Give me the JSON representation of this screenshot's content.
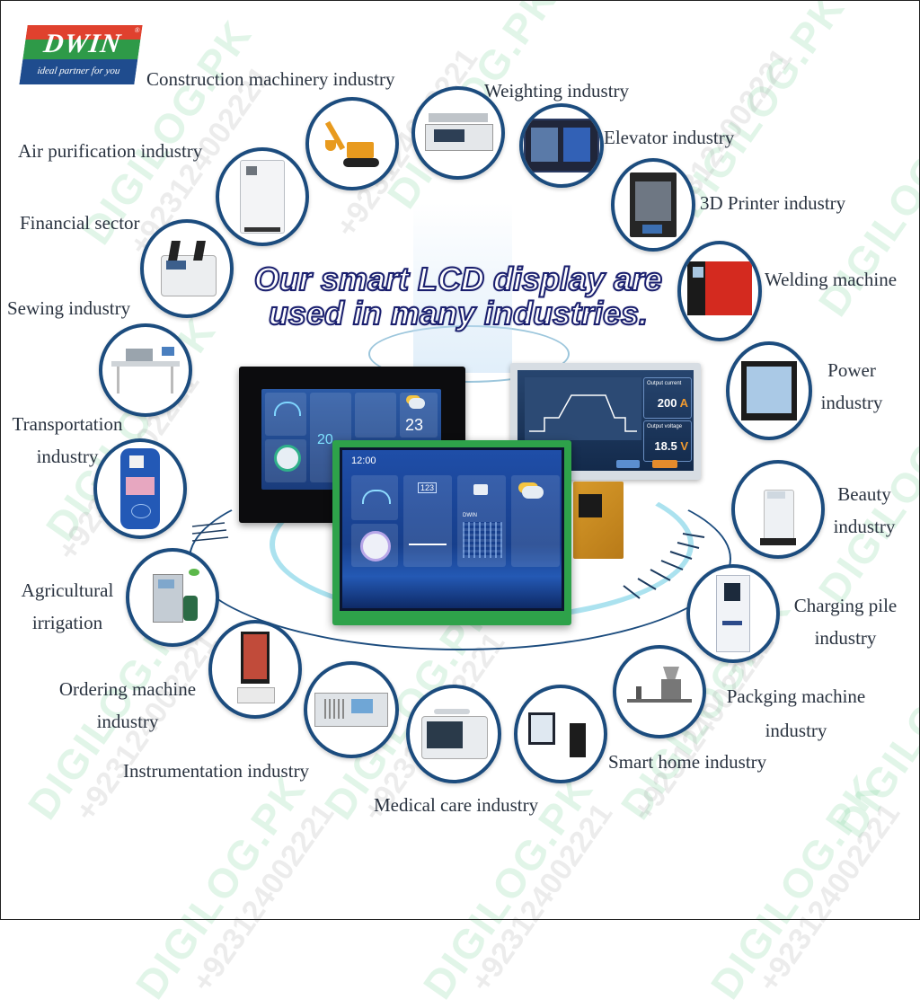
{
  "brand": {
    "name": "DWIN",
    "tagline": "ideal partner for you",
    "registered_mark": "®",
    "colors": {
      "red": "#e0412e",
      "green": "#2e9a48",
      "blue": "#1f4c8e"
    }
  },
  "headline": {
    "line1": "Our smart LCD display are",
    "line2": "used in many industries.",
    "fill_color": "#ffffff",
    "stroke_color": "#1a1f6e"
  },
  "industries": [
    {
      "id": "construction",
      "label": "Construction machinery industry",
      "icon": "excavator-icon"
    },
    {
      "id": "weighting",
      "label": "Weighting industry",
      "icon": "scale-icon"
    },
    {
      "id": "elevator",
      "label": "Elevator industry",
      "icon": "elevator-panel-icon"
    },
    {
      "id": "printer3d",
      "label": "3D Printer industry",
      "icon": "3d-printer-icon"
    },
    {
      "id": "welding",
      "label": "Welding machine",
      "icon": "welding-machine-icon"
    },
    {
      "id": "power",
      "label_l1": "Power",
      "label_l2": "industry",
      "icon": "power-hmi-icon"
    },
    {
      "id": "beauty",
      "label_l1": "Beauty",
      "label_l2": "industry",
      "icon": "beauty-device-icon"
    },
    {
      "id": "charging",
      "label_l1": "Charging pile",
      "label_l2": "industry",
      "icon": "charging-pile-icon"
    },
    {
      "id": "packging",
      "label_l1": "Packging machine",
      "label_l2": "industry",
      "icon": "packaging-machine-icon"
    },
    {
      "id": "smarthome",
      "label": "Smart home industry",
      "icon": "smart-home-panel-icon"
    },
    {
      "id": "medical",
      "label": "Medical care industry",
      "icon": "medical-monitor-icon"
    },
    {
      "id": "instrumentation",
      "label": "Instrumentation industry",
      "icon": "instrument-icon"
    },
    {
      "id": "ordering",
      "label_l1": "Ordering machine",
      "label_l2": "industry",
      "icon": "ordering-kiosk-icon"
    },
    {
      "id": "agricultural",
      "label_l1": "Agricultural",
      "label_l2": "irrigation",
      "icon": "irrigation-controller-icon"
    },
    {
      "id": "transportation",
      "label_l1": "Transportation",
      "label_l2": "industry",
      "icon": "ticket-reader-icon"
    },
    {
      "id": "sewing",
      "label": "Sewing industry",
      "icon": "sewing-machine-icon"
    },
    {
      "id": "financial",
      "label": "Financial sector",
      "icon": "money-counter-icon"
    },
    {
      "id": "airpurification",
      "label": "Air purification industry",
      "icon": "air-purifier-icon"
    }
  ],
  "displays": {
    "black_panel": {
      "number": "20",
      "temp": "23"
    },
    "green_panel": {
      "time": "12:00",
      "num_icon": "123",
      "calendar_label": "DWIN"
    },
    "welding_panel": {
      "current_label": "Output current",
      "current_value": "200",
      "current_unit": "A",
      "voltage_label": "Output voltage",
      "voltage_value": "18.5",
      "voltage_unit": "V"
    }
  },
  "watermark": {
    "text1": "DIGILOG.PK",
    "text2": "+923124002221"
  }
}
